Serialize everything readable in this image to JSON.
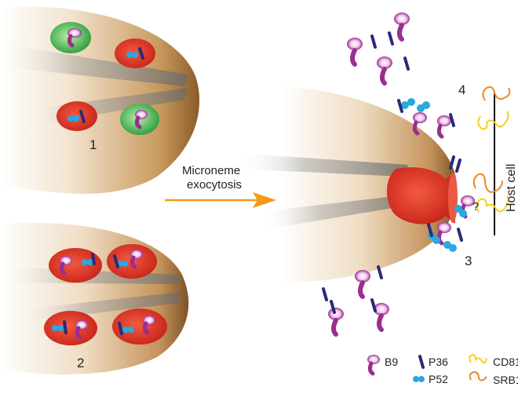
{
  "stages": {
    "stage1": "1",
    "stage2": "2",
    "stage3": "3",
    "stage4": "4"
  },
  "arrow_label": {
    "line1": "Microneme",
    "line2": "exocytosis"
  },
  "host_cell_label": "Host cell",
  "question_mark": "?",
  "legend": {
    "b9": "B9",
    "p36": "P36",
    "p52": "P52",
    "cd81": "CD81",
    "srb1": "SRB1"
  },
  "colors": {
    "parasite_tan": "#c08a4a",
    "microneme_red": "#e03a2a",
    "microneme_green": "#3aa84a",
    "b9_purple": "#9b2d8f",
    "p36_navy": "#2a2a78",
    "p52_cyan": "#2aa8e0",
    "cd81_yellow": "#f2d21a",
    "srb1_orange": "#e88a2a",
    "arrow_orange": "#f29a1a"
  }
}
